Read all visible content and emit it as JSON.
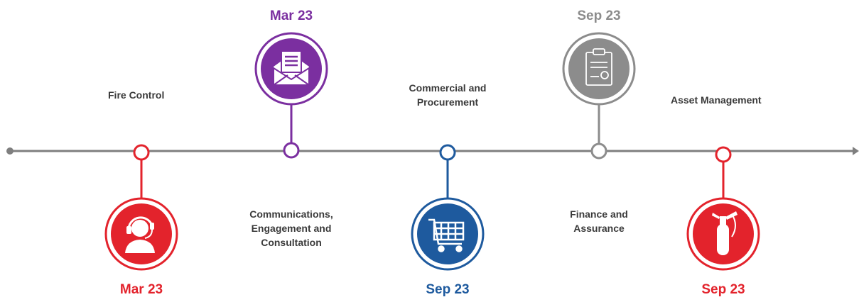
{
  "milestones": [
    {
      "id": "fire-control",
      "label": "Fire Control",
      "date": "Mar 23",
      "color": "#e3232c",
      "icon": "headset-operator-icon"
    },
    {
      "id": "communications",
      "label": "Communications, Engagement and Consultation",
      "date": "Mar 23",
      "color": "#7b2fa0",
      "icon": "envelope-letter-icon"
    },
    {
      "id": "commercial",
      "label": "Commercial and Procurement",
      "date": "Sep 23",
      "color": "#1e5a9e",
      "icon": "shopping-cart-icon"
    },
    {
      "id": "finance",
      "label": "Finance and Assurance",
      "date": "Sep 23",
      "color": "#8c8c8c",
      "icon": "clipboard-document-icon"
    },
    {
      "id": "asset",
      "label": "Asset Management",
      "date": "Sep 23",
      "color": "#e3232c",
      "icon": "fire-extinguisher-icon"
    }
  ],
  "label_lines": {
    "communications": [
      "Communications,",
      "Engagement and",
      "Consultation"
    ],
    "commercial": [
      "Commercial and",
      "Procurement"
    ],
    "finance": [
      "Finance and",
      "Assurance"
    ]
  },
  "axis_color": "#7f7f7f"
}
